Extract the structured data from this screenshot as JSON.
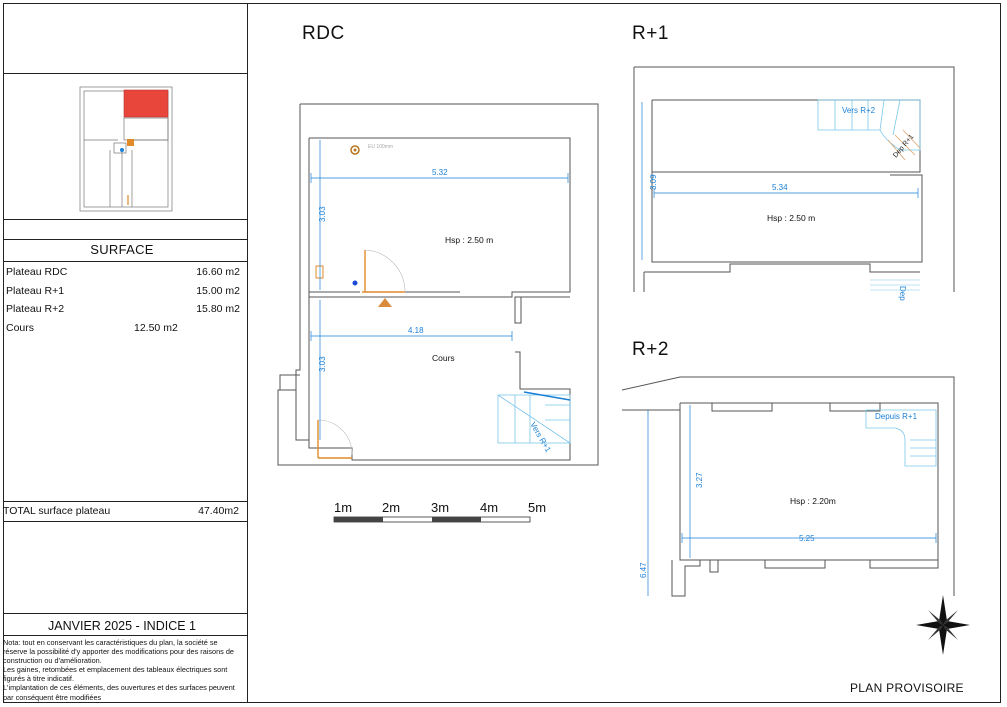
{
  "surface": {
    "title": "SURFACE",
    "rows": [
      {
        "label": "Plateau RDC",
        "value": "16.60 m2"
      },
      {
        "label": "Plateau R+1",
        "value": "15.00 m2"
      },
      {
        "label": "Plateau R+2",
        "value": "15.80 m2"
      },
      {
        "label": "Cours",
        "value": "12.50 m2"
      }
    ],
    "total_label": "TOTAL surface plateau",
    "total_value": "47.40m2"
  },
  "revision": "JANVIER 2025 - INDICE 1",
  "note": [
    "Nota: tout en conservant les caractéristiques du plan, la société se réserve la possibilité d'y apporter des modifications pour des raisons de construction ou d'amélioration.",
    "Les gaines, retombées et emplacement des tableaux électriques sont figurés à titre indicatif.",
    "L'implantation de ces éléments, des ouvertures et des surfaces peuvent par conséquent être modifiées"
  ],
  "levels": {
    "rdc": {
      "title": "RDC",
      "dim_width": "5.32",
      "dim_height": "3.03",
      "height_label": "Hsp : 2.50 m",
      "cours_width": "4.18",
      "cours_height": "3.03",
      "cours_label": "Cours",
      "stair_label": "Vers R+1",
      "fixture_label": "EU 100mm"
    },
    "r1": {
      "title": "R+1",
      "dim_width": "5.34",
      "dim_height": "3.09",
      "height_label": "Hsp : 2.50 m",
      "stair_up_label": "Vers R+2",
      "stair_down_label": "Dep R+1",
      "side_label": "Dep"
    },
    "r2": {
      "title": "R+2",
      "dim_width": "5.25",
      "dim_height": "3.27",
      "dim_side": "6.47",
      "height_label": "Hsp : 2.20m",
      "stair_label": "Depuis R+1"
    }
  },
  "scale": {
    "labels": [
      "1m",
      "2m",
      "3m",
      "4m",
      "5m"
    ]
  },
  "footer": "PLAN PROVISOIRE",
  "colors": {
    "dimension": "#1a7fd6",
    "highlight": "#e8463a",
    "wall": "#555555",
    "door": "#e08a2a"
  }
}
